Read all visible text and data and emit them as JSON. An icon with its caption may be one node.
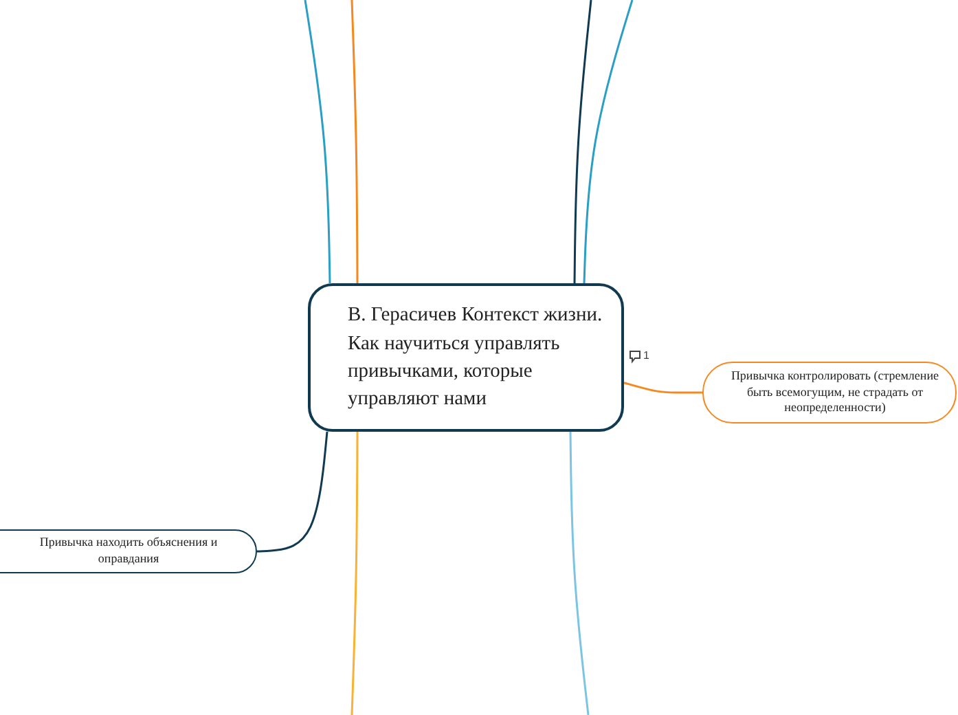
{
  "diagram": {
    "nodes": [
      {
        "text": [
          "В. Герасичев Контекст жизни. Как научиться управлять привычками, которые управляют нами"
        ]
      },
      {
        "text": [
          "Привычка контролировать (стремление быть всемогущим, не страдать от неопределенности)"
        ]
      },
      {
        "text": [
          "Привычка находить объяснения и оправдания"
        ]
      }
    ],
    "edges": [
      {
        "from": 0,
        "to": 1,
        "arrow": "none",
        "color": "#f5891f"
      },
      {
        "from": 0,
        "to": 2,
        "arrow": "none",
        "color": "#0f3a52"
      },
      {
        "from": 0,
        "to": null,
        "arrow": "none",
        "color": "#2a9fc6"
      },
      {
        "from": 0,
        "to": null,
        "arrow": "none",
        "color": "#f5891f"
      },
      {
        "from": 0,
        "to": null,
        "arrow": "none",
        "color": "#0f3a52"
      },
      {
        "from": 0,
        "to": null,
        "arrow": "none",
        "color": "#2a9fc6"
      },
      {
        "from": 0,
        "to": null,
        "arrow": "none",
        "color": "#f9b233"
      },
      {
        "from": 0,
        "to": null,
        "arrow": "none",
        "color": "#7cc4e4"
      }
    ],
    "labels": [
      "1"
    ]
  }
}
